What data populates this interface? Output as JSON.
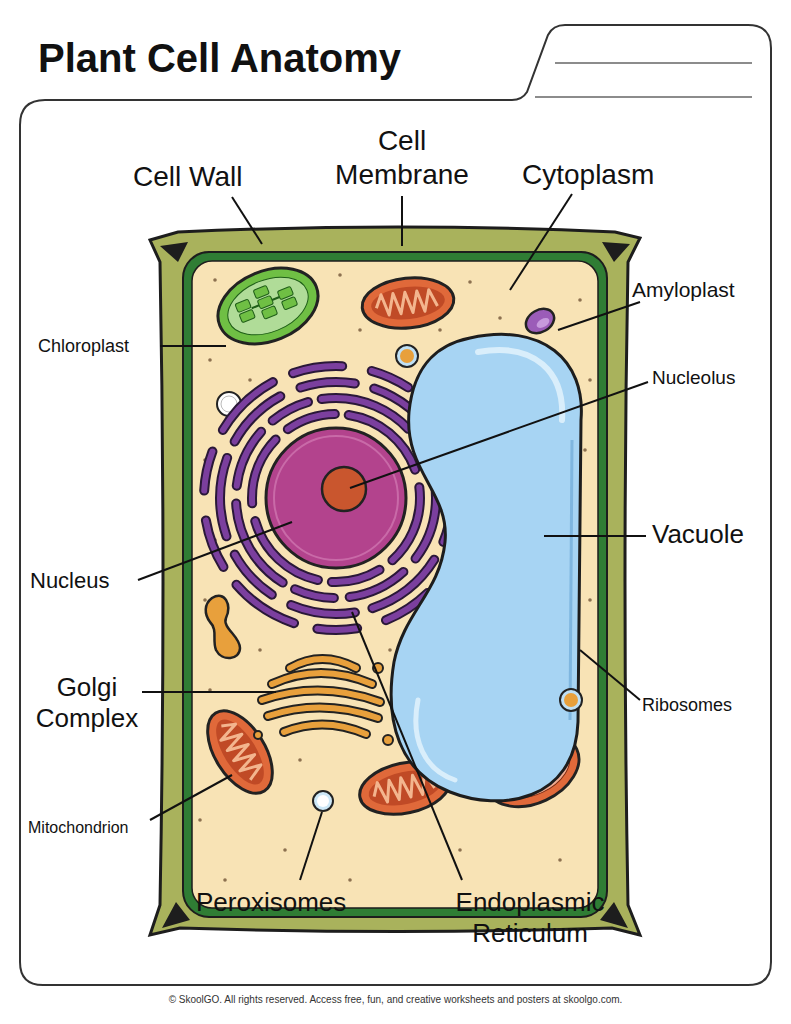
{
  "diagram": {
    "title": "Plant Cell Anatomy",
    "labels": [
      "Cell Wall",
      "Cell Membrane",
      "Cytoplasm",
      "Amyloplast",
      "Chloroplast",
      "Nucleolus",
      "Vacuole",
      "Nucleus",
      "Ribosomes",
      "Golgi Complex",
      "Mitochondrion",
      "Peroxisomes",
      "Endoplasmic Reticulum",
      "© SkoolGO. All rights reserved. Access free, fun, and creative worksheets and posters at skoolgo.com."
    ]
  }
}
